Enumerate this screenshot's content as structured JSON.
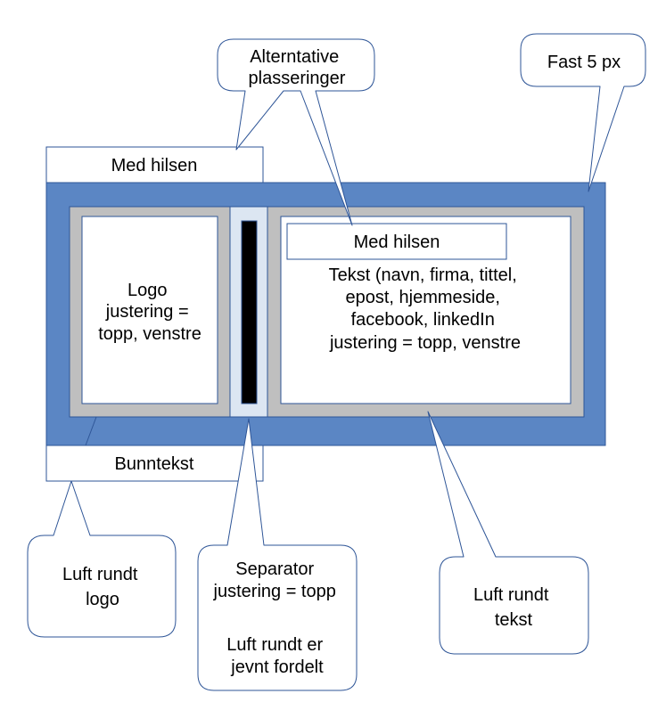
{
  "colors": {
    "outer_frame": "#5b86c4",
    "inner_frame": "#bfbfbf",
    "separator_bg": "#dce6f2",
    "separator_bar": "#000000",
    "callout_stroke": "#2e5597",
    "box_stroke": "#2e5597"
  },
  "labels": {
    "top_greeting": "Med hilsen",
    "bottom_text": "Bunntekst",
    "inner_greeting": "Med hilsen",
    "logo": [
      "Logo",
      "justering =",
      "topp, venstre"
    ],
    "text_block": [
      "Tekst (navn, firma, tittel,",
      "epost, hjemmeside,",
      "facebook, linkedIn",
      "justering = topp, venstre"
    ]
  },
  "callouts": {
    "alternatives": [
      "Alterntative",
      "plasseringer"
    ],
    "fixed": [
      "Fast 5 px"
    ],
    "logo_padding": [
      "Luft rundt",
      "logo"
    ],
    "separator": [
      "Separator",
      "justering = topp",
      "",
      "Luft rundt er",
      "jevnt fordelt"
    ],
    "text_padding": [
      "Luft rundt",
      "tekst"
    ]
  }
}
